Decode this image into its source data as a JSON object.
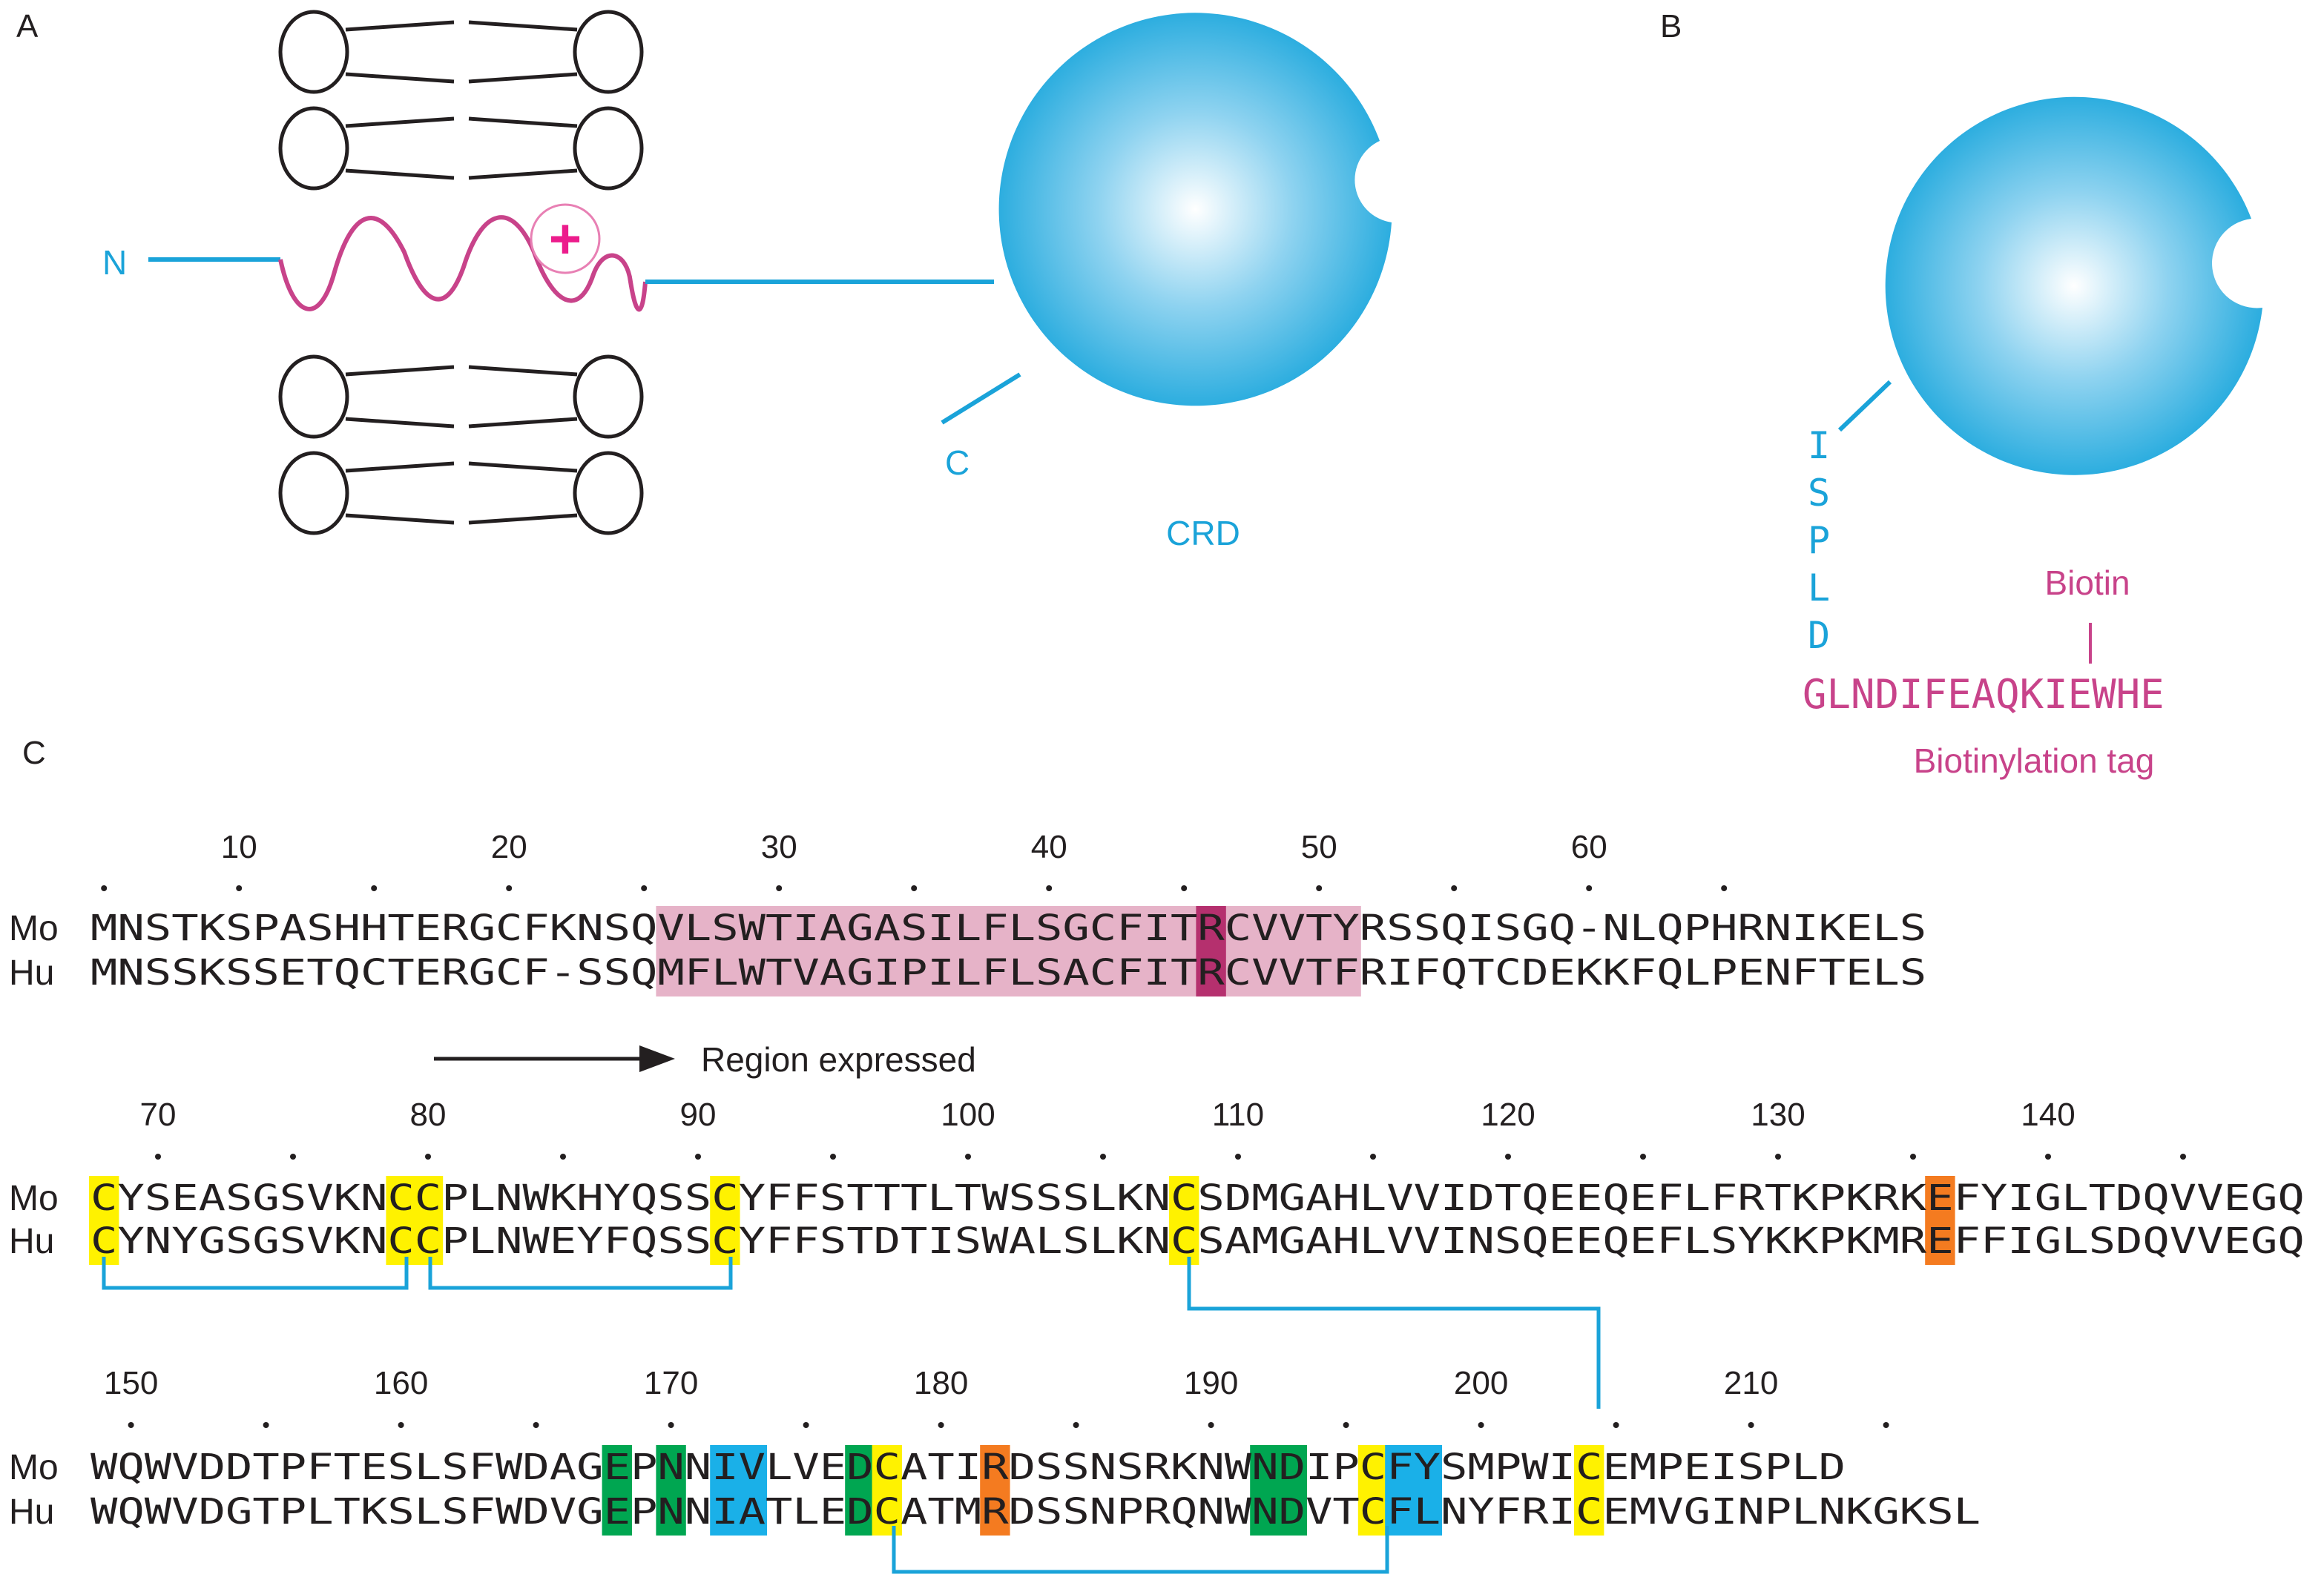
{
  "panels": {
    "a": "A",
    "b": "B",
    "c": "C"
  },
  "panel_a": {
    "n_terminus": "N",
    "c_terminus": "C",
    "domain_label": "CRD",
    "charge_symbol": "+"
  },
  "panel_b": {
    "linker_letters": [
      "I",
      "S",
      "P",
      "L",
      "D"
    ],
    "tag_sequence": "GLNDIFEAQKIEWHE",
    "biotin_label": "Biotin",
    "tag_label": "Biotinylation tag"
  },
  "panel_c": {
    "species": [
      "Mo",
      "Hu"
    ],
    "region_label": "Region expressed",
    "blocks": [
      {
        "start": 1,
        "mo": "MNSTKSPASHHTERGCFKNSQVLSWTIAGASILFLSGCFITRCVVTYRSSQISGQ-NLQPHRNIKELS",
        "hu": "MNSSKSSETQCTERGCF-SSQMFLWTVAGIPILFLSACFITRCVVTFRIFQTCDEKKFQLPENFTELS",
        "numbers": [
          10,
          20,
          30,
          40,
          50,
          60
        ],
        "number_positions": [
          5,
          15,
          25,
          35,
          45,
          55
        ]
      },
      {
        "start": 67,
        "mo": "CYSEASGSVKNCCPLNWKHYQSSCYFFSTTTLTWSSSLKNCSDMGAHLVVIDTQEEQEFLFRTKPKRKEFYIGLTDQVVEGQ",
        "hu": "CYNYGSGSVKNCCPLNWEYFQSSCYFFSTDTISWALSLKNCSAMGAHLVVINSQEEQEFLSYKKPKMREFFIGLSDQVVEGQ",
        "numbers": [
          70,
          80,
          90,
          100,
          110,
          120,
          130,
          140
        ],
        "number_positions": [
          2,
          12,
          22,
          32,
          42,
          52,
          62,
          72
        ]
      },
      {
        "start": 149,
        "mo": "WQWVDDTPFTESLSFWDAGEPNNIVLVEDCATIRDSSNSRKNWNDIPCFYSMPWICEMPEISPLD",
        "hu": "WQWVDGTPLTKSLSFWDVGEPNNIATLEDCATMRDSSNPRQNWNDVTCFLNYFRICEMVGINPLNKGKSL",
        "numbers": [
          150,
          160,
          170,
          180,
          190,
          200,
          210
        ],
        "number_positions": [
          1,
          11,
          21,
          31,
          41,
          51,
          61
        ]
      }
    ],
    "highlight_colors": {
      "transmembrane": "#e6b3c8",
      "arginine": "#b5306e",
      "cysteine": "#fff200",
      "glutamate_arginine": "#f47b20",
      "conserved_green": "#00a651",
      "conserved_blue": "#1ab0e8",
      "disulfide_bond": "#1aa3d9"
    }
  }
}
